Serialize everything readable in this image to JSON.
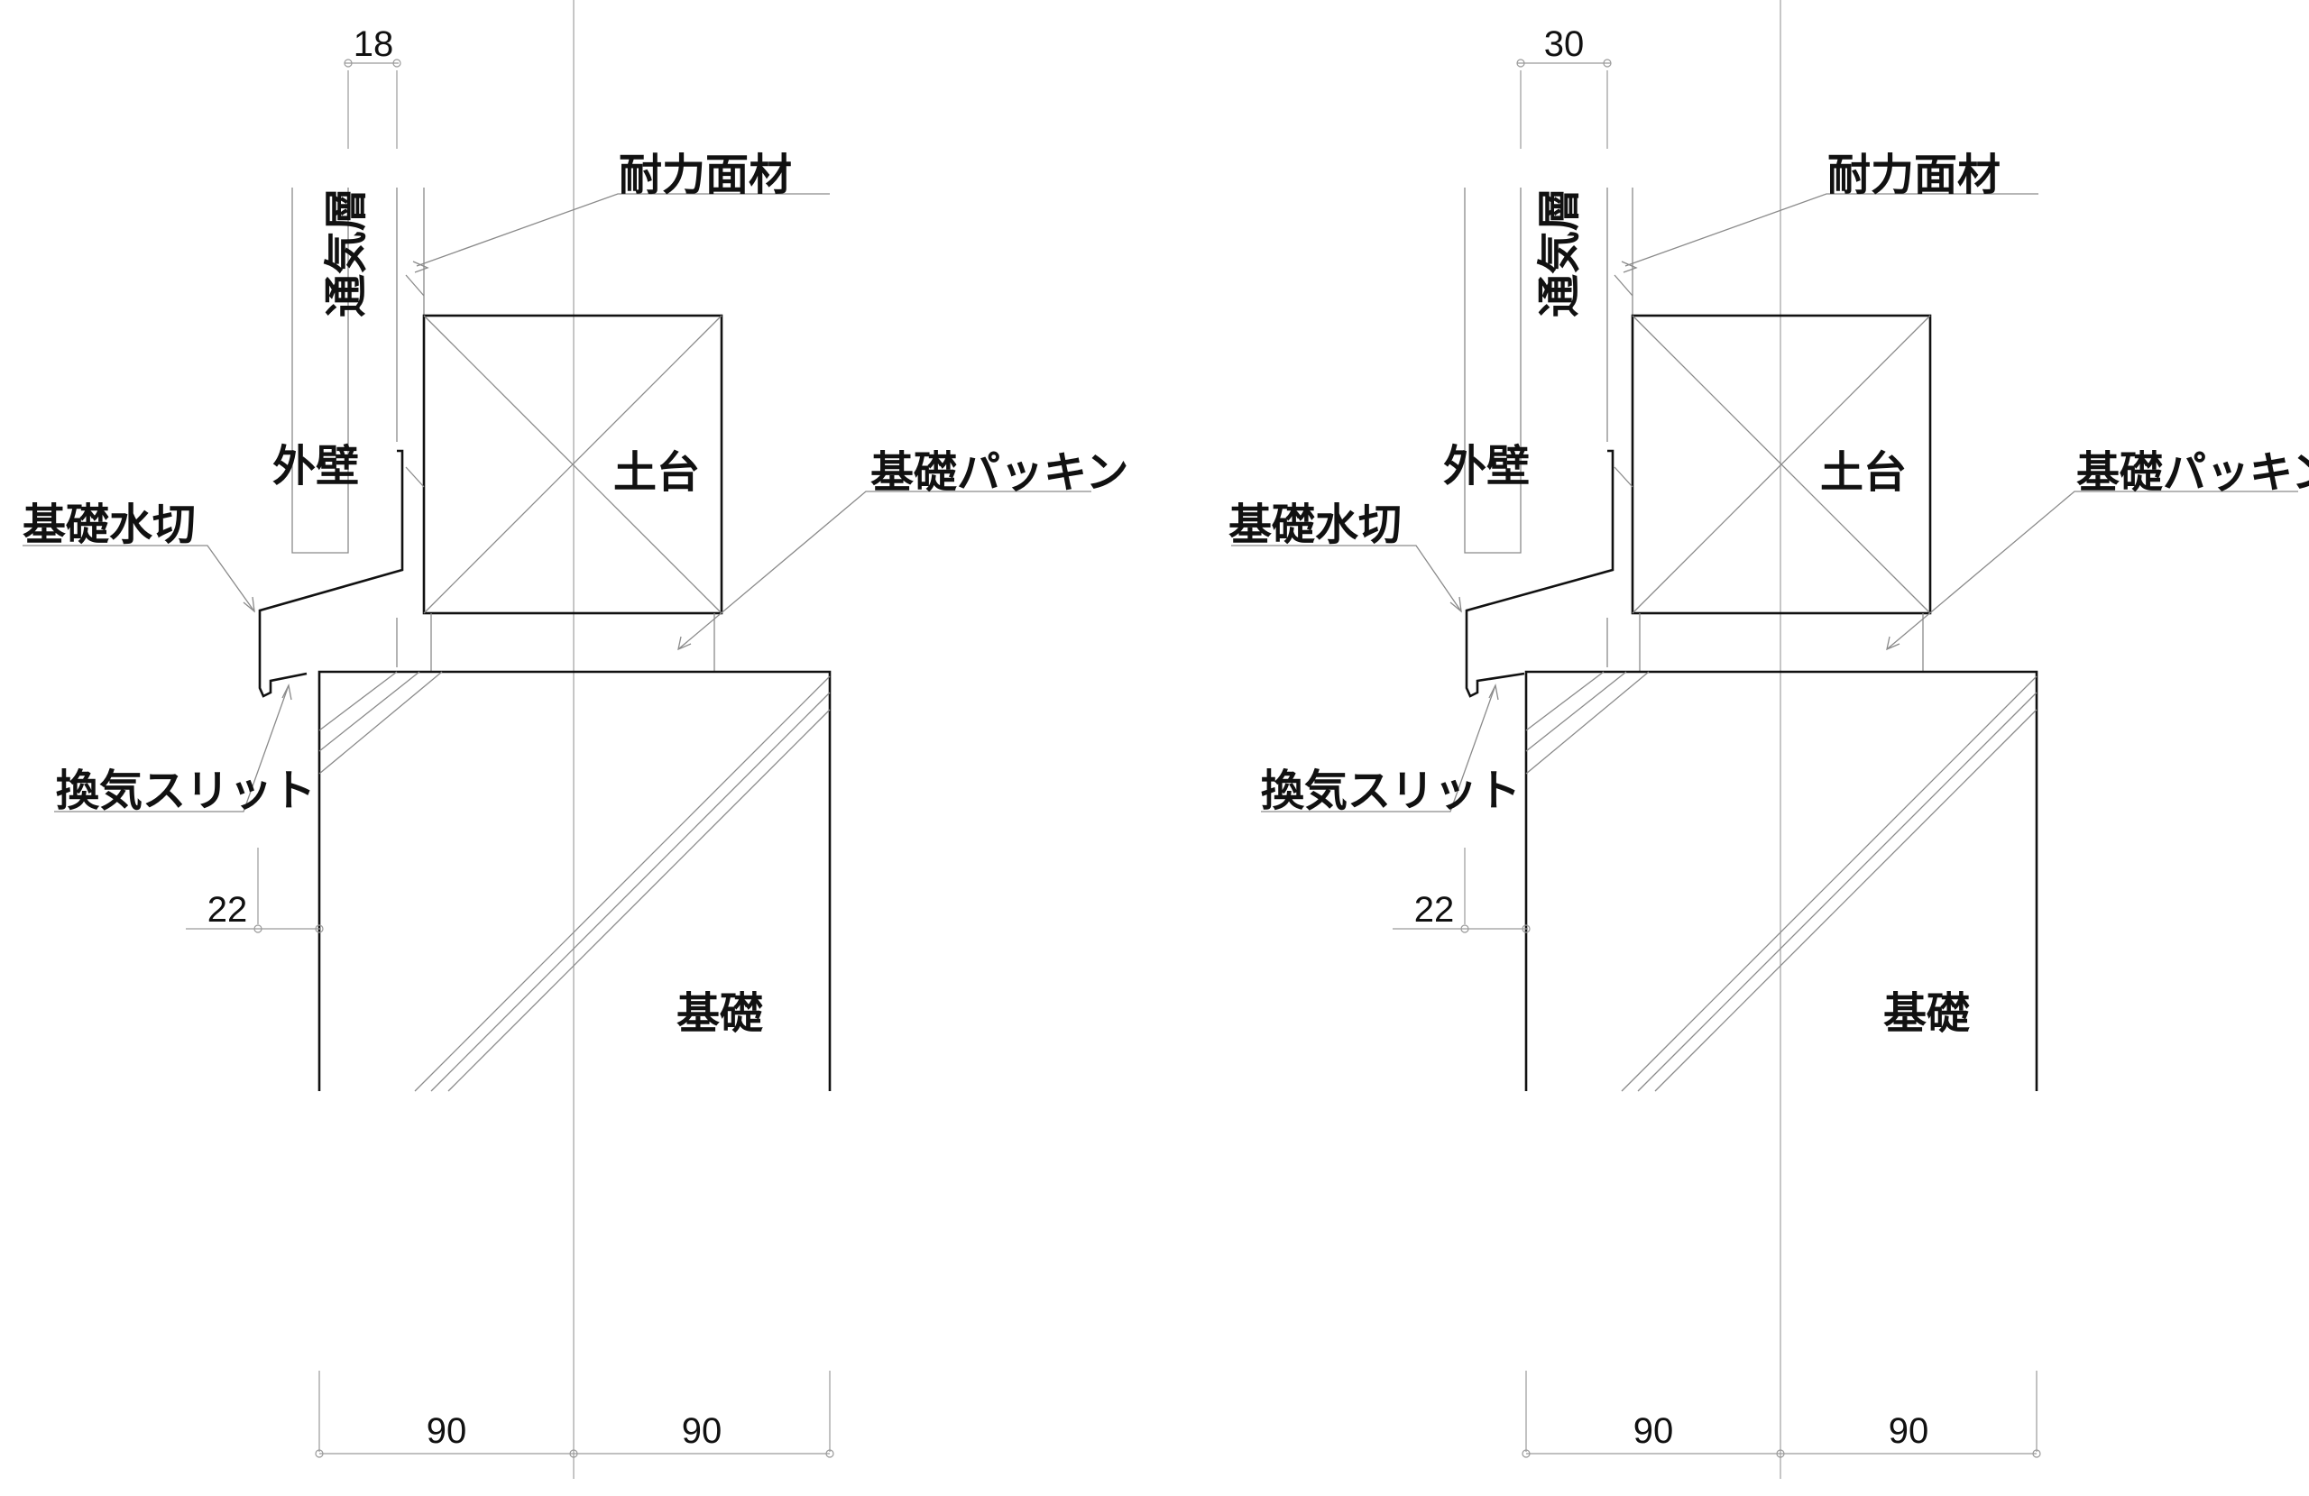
{
  "colors": {
    "line": "#111111",
    "thin_line": "#8a8a8a",
    "text": "#111111",
    "background": "#ffffff"
  },
  "details": [
    {
      "dim_cavity": "18",
      "label_panel": "耐力面材",
      "label_vent_layer": "通気層",
      "label_wall": "外壁",
      "label_sill": "土台",
      "label_packing": "基礎パッキン",
      "label_drip": "基礎水切",
      "label_slit": "換気スリット",
      "dim_drip": "22",
      "label_foundation": "基礎",
      "dim_left": "90",
      "dim_right": "90"
    },
    {
      "dim_cavity": "30",
      "label_panel": "耐力面材",
      "label_vent_layer": "通気層",
      "label_wall": "外壁",
      "label_sill": "土台",
      "label_packing": "基礎パッキン",
      "label_drip": "基礎水切",
      "label_slit": "換気スリット",
      "dim_drip": "22",
      "label_foundation": "基礎",
      "dim_left": "90",
      "dim_right": "90"
    }
  ]
}
